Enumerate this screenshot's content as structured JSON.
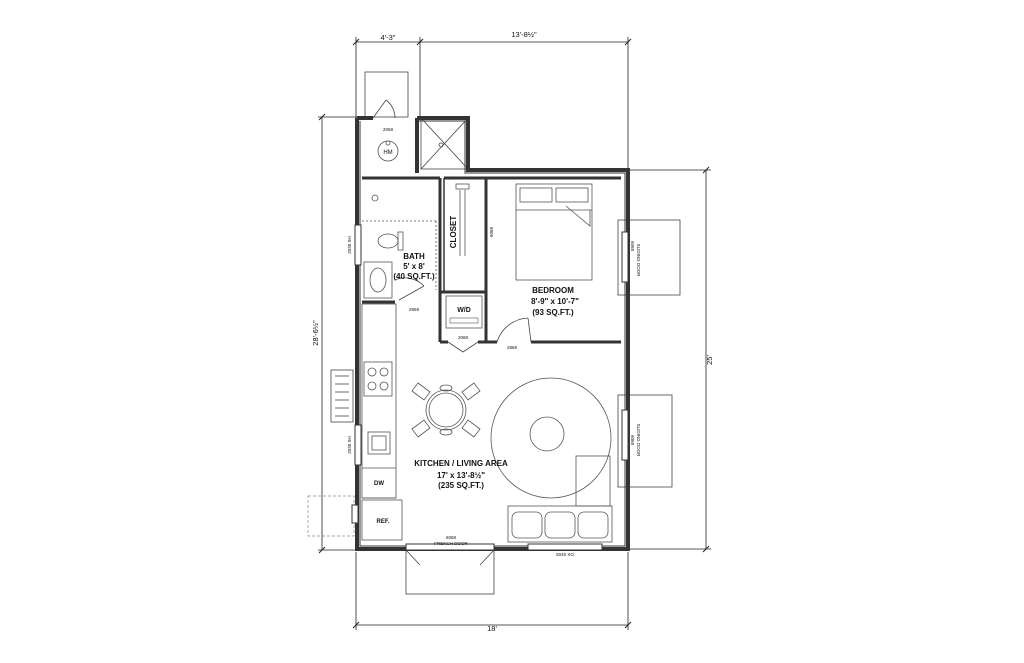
{
  "dimensions": {
    "top_left": "4'-3\"",
    "top_right": "13'-8½\"",
    "left": "28'-6½\"",
    "right": "25'",
    "bottom": "18'"
  },
  "rooms": {
    "bath": {
      "name": "BATH",
      "size": "5' x 8'",
      "area": "(40 SQ.FT.)"
    },
    "bedroom": {
      "name": "BEDROOM",
      "size": "8'-9\" x 10'-7\"",
      "area": "(93 SQ.FT.)"
    },
    "kitchen": {
      "name": "KITCHEN / LIVING AREA",
      "size": "17' x 13'-8½\"",
      "area": "(235 SQ.FT.)"
    },
    "closet": "CLOSET"
  },
  "fixtures": {
    "hm": "HM",
    "wd": "W/D",
    "dw": "DW",
    "ref": "REF."
  },
  "doors": {
    "d2068_mech": "2068",
    "d2068_closet": "2068",
    "d2068_wd": "2068",
    "d2868_bath": "2868",
    "d2868_bed": "2868",
    "d6068_closet": "6068",
    "french_code": "6068",
    "french_label": "FRENCH DOOR",
    "xo": "5040 XO"
  },
  "windows": {
    "bath_window": "2030 SH",
    "kitchen_window": "2030 SH",
    "sliding_top_code": "6068",
    "sliding_top": "SLIDING DOOR",
    "sliding_bottom_code": "6068",
    "sliding_bottom": "SLIDING DOOR"
  }
}
